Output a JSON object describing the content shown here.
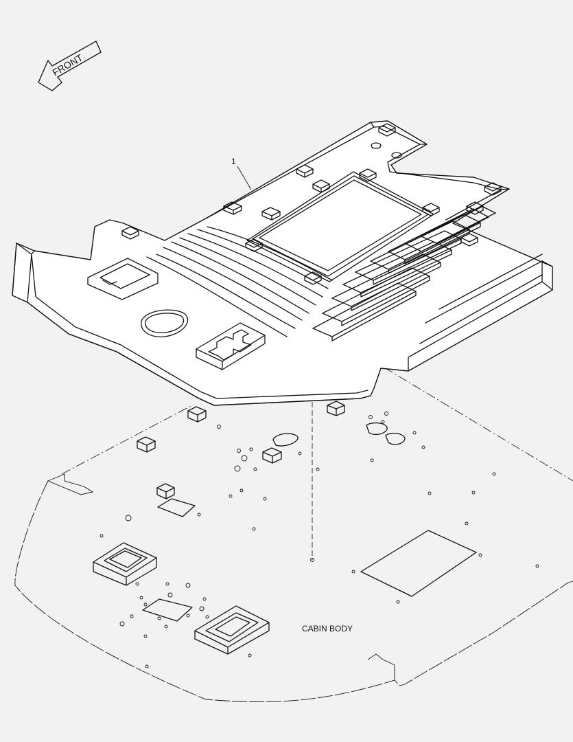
{
  "labels": {
    "front": "FRONT",
    "part_number": "1",
    "cabin_body": "CABIN BODY"
  }
}
